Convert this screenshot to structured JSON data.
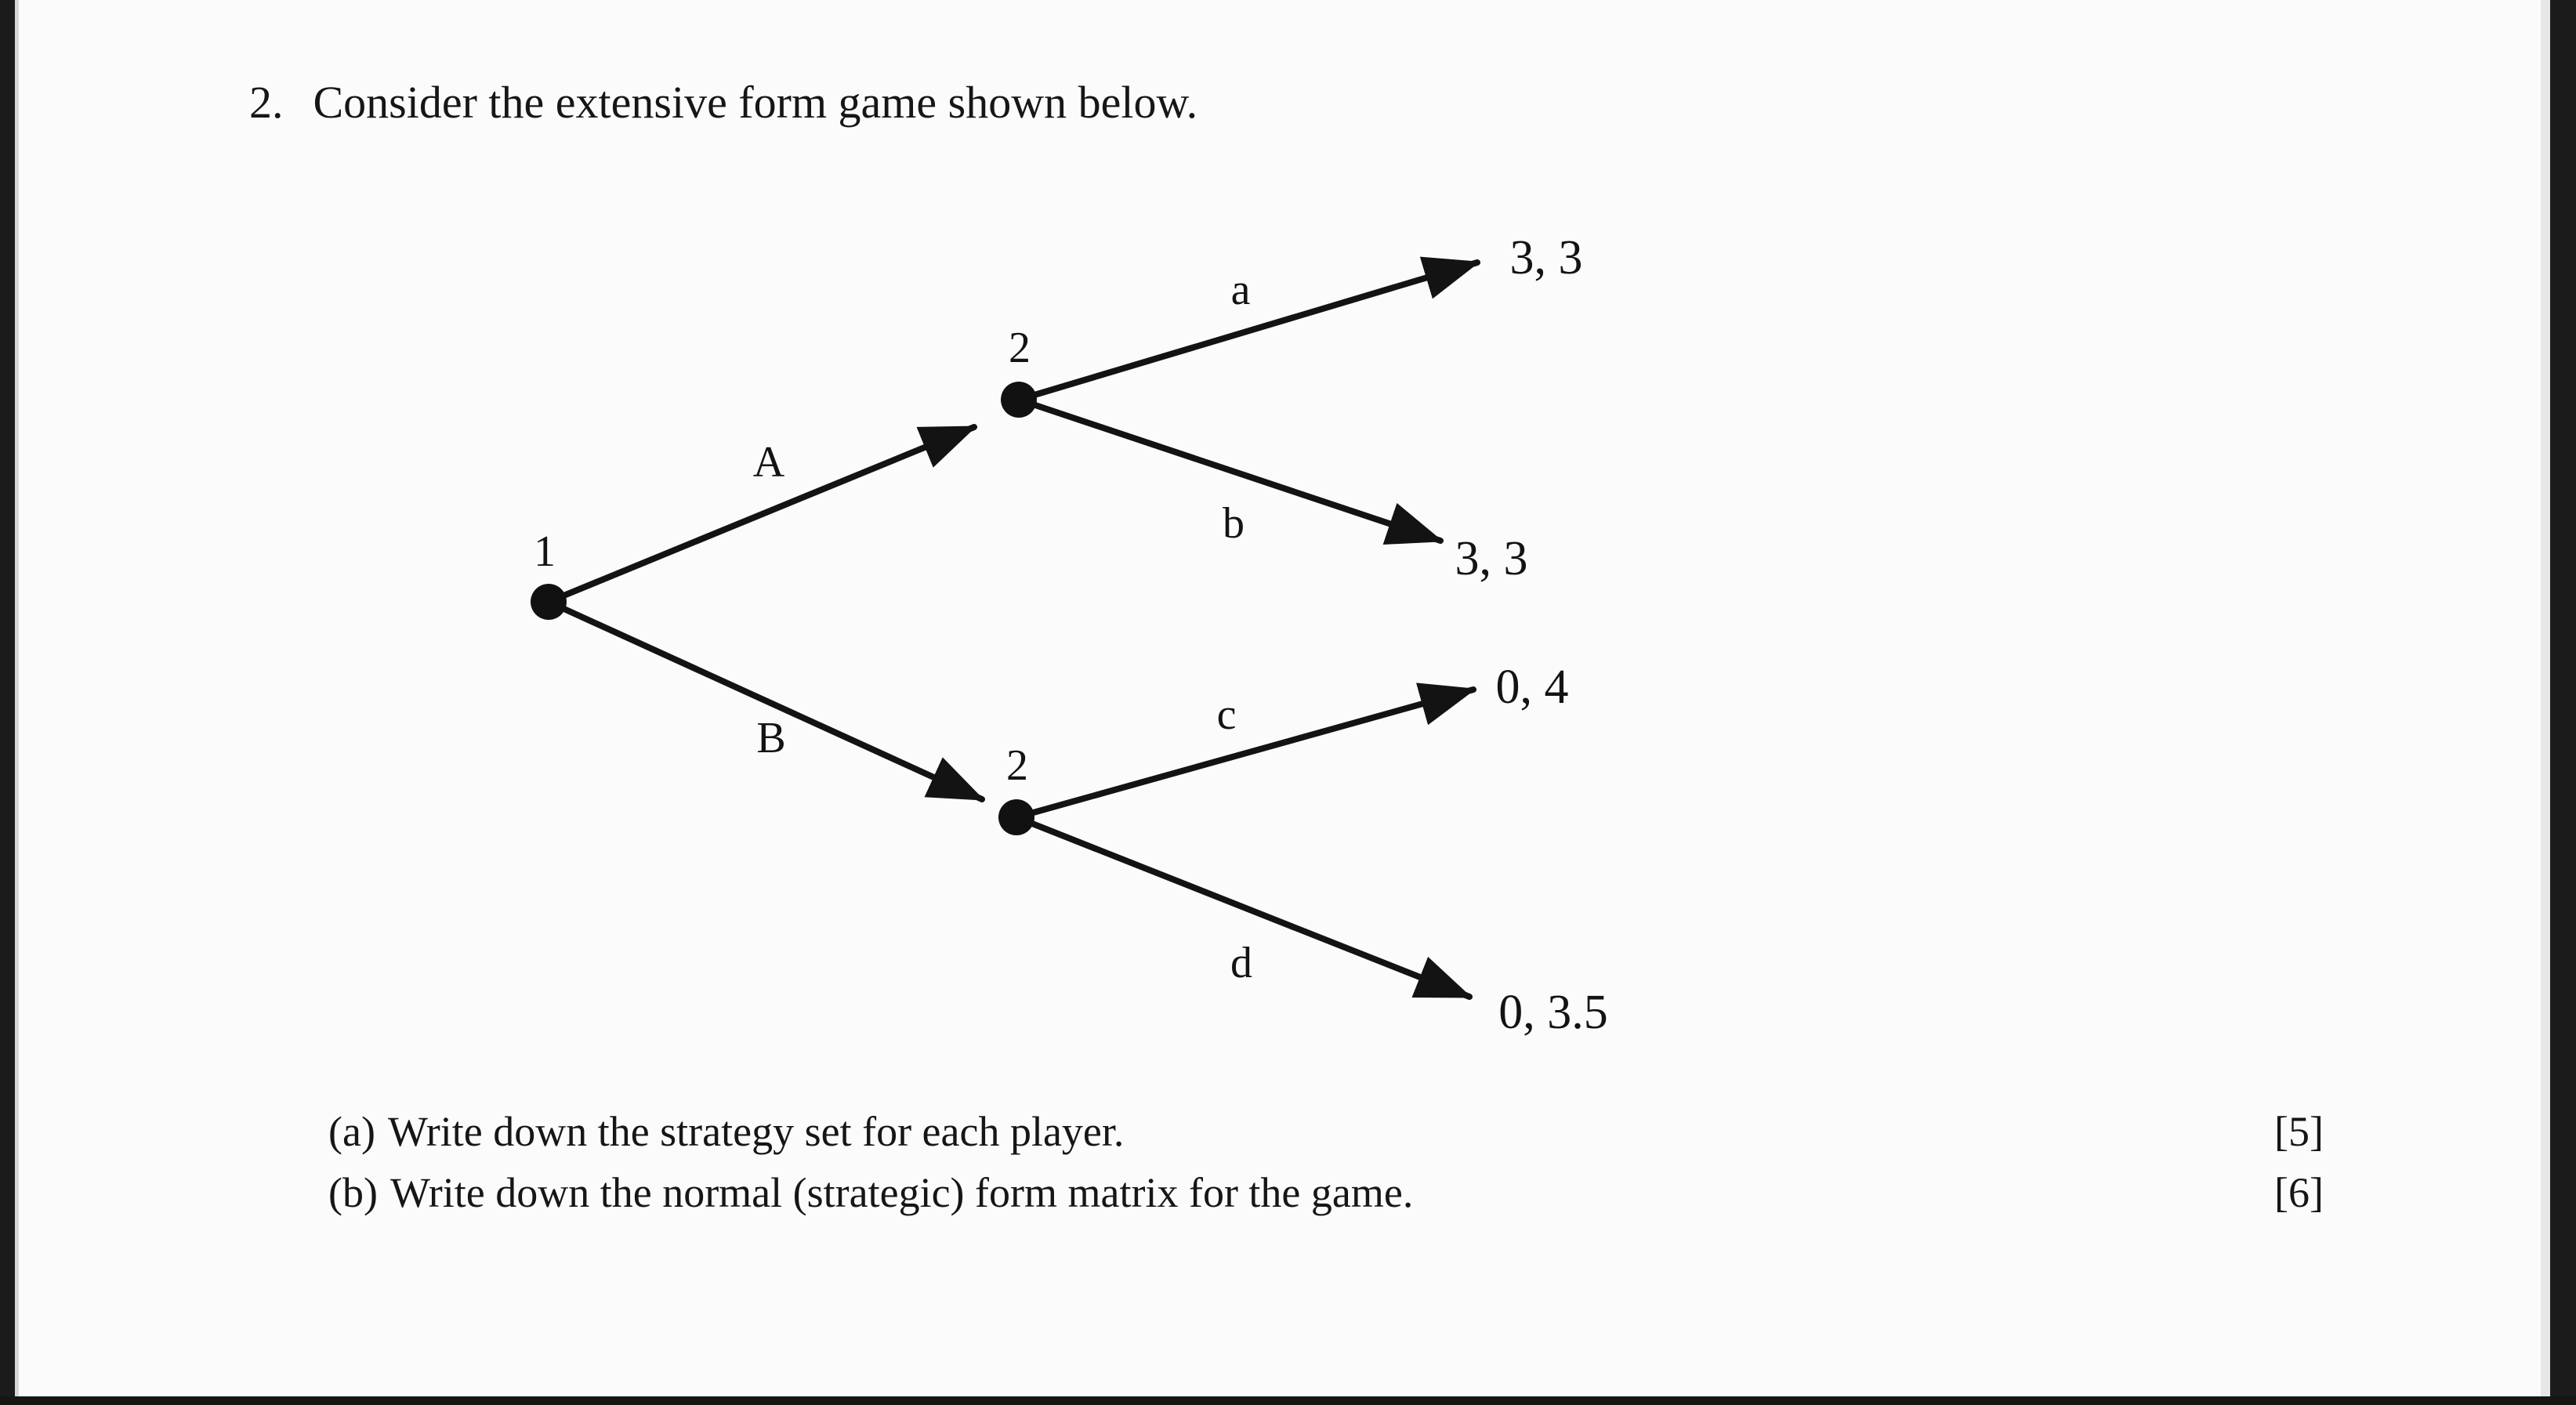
{
  "page": {
    "background": "#fbfbfb",
    "edge_bar_color": "#1b1b1b",
    "text_color": "#161616"
  },
  "heading": {
    "number": "2.",
    "prompt": "Consider the extensive form game shown below."
  },
  "tree": {
    "node1_label": "1",
    "node2_upper_label": "2",
    "node2_lower_label": "2",
    "edge_A_label": "A",
    "edge_B_label": "B",
    "edge_a_label": "a",
    "edge_b_label": "b",
    "edge_c_label": "c",
    "edge_d_label": "d",
    "payoff_a": "3, 3",
    "payoff_b": "3, 3",
    "payoff_c": "0, 4",
    "payoff_d": "0, 3.5"
  },
  "parts": [
    {
      "label": "(a)",
      "text": "Write down the strategy set for each player.",
      "marks": "[5]"
    },
    {
      "label": "(b)",
      "text": "Write down the normal (strategic) form matrix for the game.",
      "marks": "[6]"
    }
  ]
}
